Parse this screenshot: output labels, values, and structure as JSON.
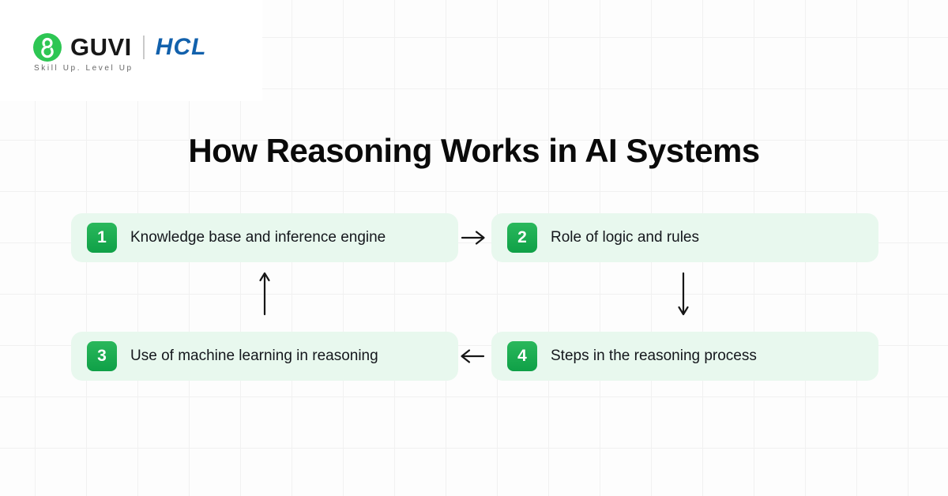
{
  "brand": {
    "guvi_label": "GUVI",
    "hcl_label": "HCL",
    "tagline": "Skill Up. Level Up",
    "logo_icon": "guvi-g-icon",
    "guvi_green": "#2dc653",
    "hcl_blue": "#1261ac"
  },
  "title": "How Reasoning Works in AI Systems",
  "steps": [
    {
      "number": "1",
      "label": "Knowledge base and inference engine"
    },
    {
      "number": "2",
      "label": "Role of logic and rules"
    },
    {
      "number": "3",
      "label": "Use of machine learning in reasoning"
    },
    {
      "number": "4",
      "label": "Steps in the reasoning process"
    }
  ],
  "arrows": [
    {
      "name": "arrow-right-icon",
      "from": "step 1",
      "to": "step 2",
      "direction": "right"
    },
    {
      "name": "arrow-down-icon",
      "from": "step 2",
      "to": "step 4",
      "direction": "down"
    },
    {
      "name": "arrow-left-icon",
      "from": "step 4",
      "to": "step 3",
      "direction": "left"
    },
    {
      "name": "arrow-up-icon",
      "from": "step 3",
      "to": "step 1",
      "direction": "up"
    }
  ],
  "colors": {
    "badge_green_top": "#2ab85c",
    "badge_green_bottom": "#0fa047",
    "box_bg": "#e8f8ee",
    "guvi_green": "#2dc653",
    "hcl_blue": "#1261ac",
    "text_dark": "#14171c",
    "arrow_color": "#161616",
    "background": "#fdfdfd",
    "grid_line": "#f1f1f1",
    "tagline_gray": "#676767",
    "divider_gray": "#c9c9c9"
  }
}
